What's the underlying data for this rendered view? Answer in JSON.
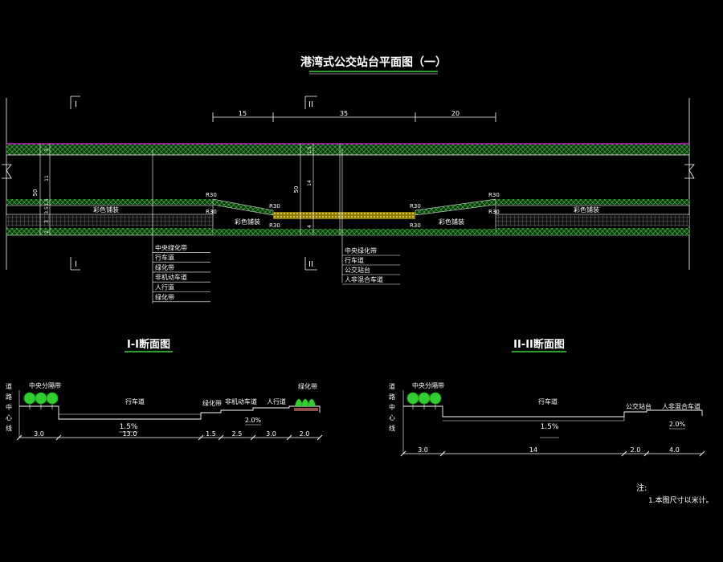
{
  "plan": {
    "title": "港湾式公交站台平面图（一）",
    "section_markers": [
      "I",
      "I",
      "II",
      "II"
    ],
    "top_dims": [
      "15",
      "35",
      "20"
    ],
    "left_vertical_dim": "50",
    "left_small_dims": [
      "3",
      "11",
      "1.5",
      "3.5",
      "3",
      "2"
    ],
    "mid_vertical_dim": "50",
    "mid_small_dims": [
      "1.5",
      "14",
      "4"
    ],
    "radius_labels": [
      "R30",
      "R30",
      "R30",
      "R30",
      "R30",
      "R30",
      "R30",
      "R30"
    ],
    "band_labels": [
      "彩色铺装",
      "彩色铺装",
      "彩色铺装",
      "彩色铺装"
    ],
    "legend_left": [
      "中央绿化带",
      "行车道",
      "绿化带",
      "非机动车道",
      "人行道",
      "绿化带"
    ],
    "legend_mid": [
      "中央绿化带",
      "行车道",
      "公交站台",
      "人非混合车道"
    ]
  },
  "section1": {
    "title": "I-I断面图",
    "vertical_label": [
      "道",
      "路",
      "中",
      "心",
      "线"
    ],
    "labels": [
      "中央分隔带",
      "行车道",
      "绿化带",
      "非机动车道",
      "人行道",
      "绿化带"
    ],
    "slopes": [
      "1.5%",
      "2.0%"
    ],
    "dims": [
      "3.0",
      "13.0",
      "1.5",
      "2.5",
      "3.0",
      "2.0"
    ]
  },
  "section2": {
    "title": "II-II断面图",
    "vertical_label": [
      "道",
      "路",
      "中",
      "心",
      "线"
    ],
    "labels": [
      "中央分隔带",
      "行车道",
      "公交站台",
      "人非混合车道"
    ],
    "slopes": [
      "1.5%",
      "2.0%"
    ],
    "dims": [
      "3.0",
      "14",
      "2.0",
      "4.0"
    ]
  },
  "notes": {
    "heading": "注:",
    "items": [
      "1.本图尺寸以米计。"
    ]
  },
  "colors": {
    "median_fill": "#1f6b1f",
    "median_line": "#e020e0",
    "line": "#ffffff",
    "platform": "#d8c020",
    "grid": "#b0b0b0",
    "tree": "#33cc33"
  }
}
